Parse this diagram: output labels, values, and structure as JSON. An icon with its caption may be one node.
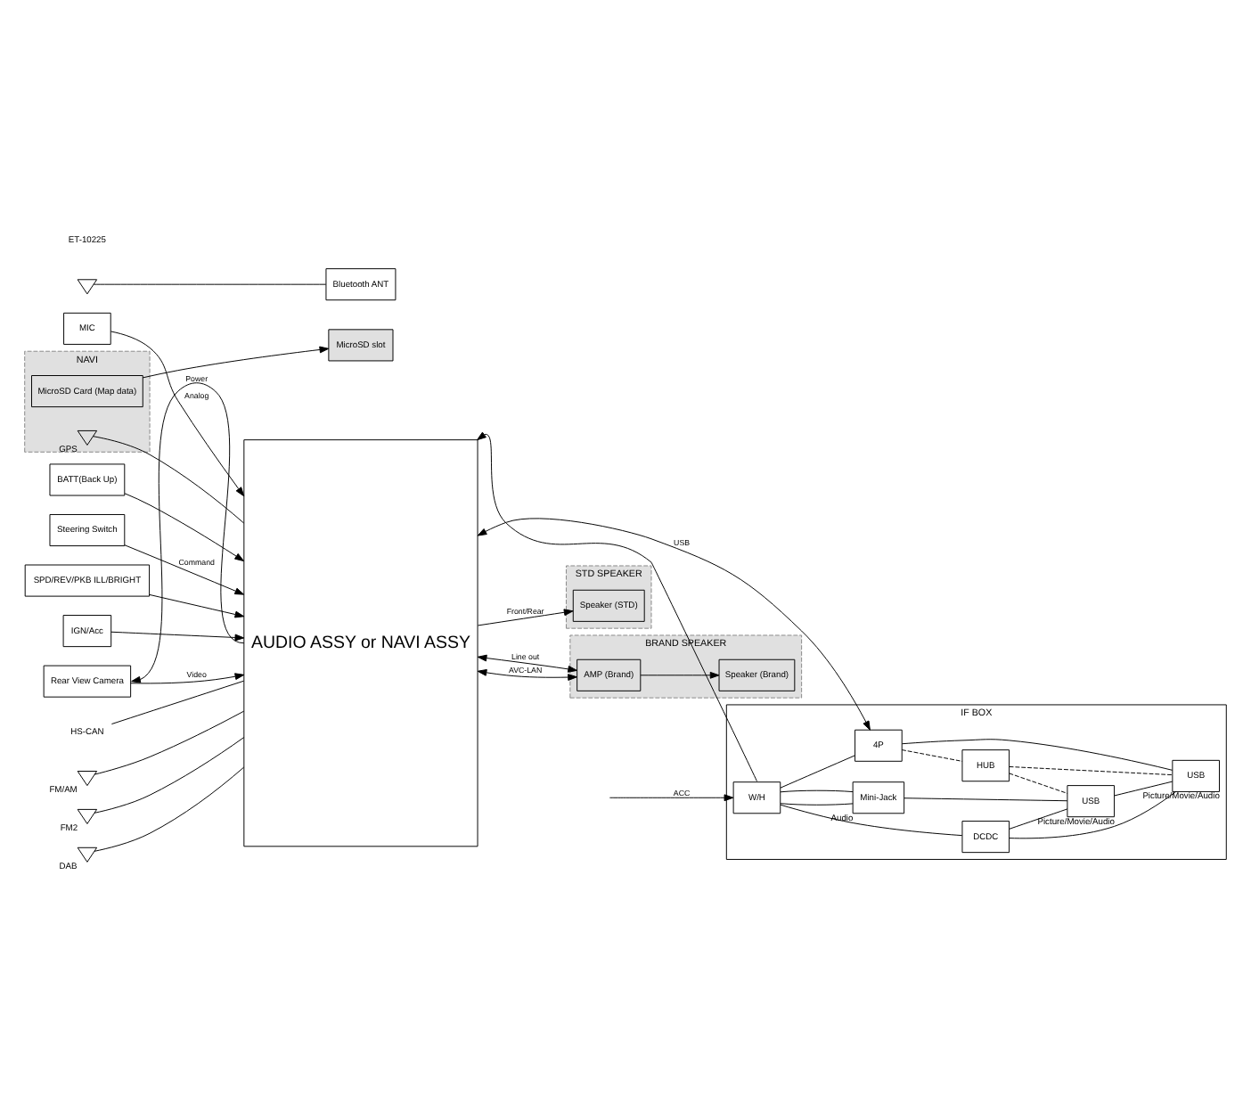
{
  "diagram": {
    "nodes": [
      {
        "text": [
          "AUDIO ASSY or NAVI ASSY"
        ]
      },
      {
        "text": [
          "Bluetooth ANT"
        ]
      },
      {
        "text": [
          "MicroSD slot"
        ]
      },
      {
        "text": [
          "NAVI"
        ]
      },
      {
        "text": [
          "GPS"
        ],
        "in": 3
      },
      {
        "text": [
          "MicroSD Card (Map data)"
        ],
        "in": 3
      },
      {
        "text": [],
        "shape": "antenna"
      },
      {
        "text": [
          "FM/AM"
        ]
      },
      {
        "text": [
          "FM2"
        ]
      },
      {
        "text": [
          "DAB"
        ]
      },
      {
        "text": [
          "MIC"
        ]
      },
      {
        "text": [
          "Steering Switch"
        ]
      },
      {
        "text": [
          "Rear View Camera"
        ]
      },
      {
        "text": [
          "BATT(Back Up)"
        ]
      },
      {
        "text": [
          "IGN/Acc"
        ]
      },
      {
        "text": [
          "SPD/REV/PKB ILL/BRIGHT"
        ]
      },
      {
        "text": [
          "HS-CAN"
        ]
      },
      {
        "text": [
          "IF BOX"
        ]
      },
      {
        "text": [
          "W/H"
        ],
        "in": 17
      },
      {
        "text": [
          "Mini-Jack"
        ],
        "in": 17,
        "beside": [
          "Audio"
        ]
      },
      {
        "text": [
          "DCDC"
        ],
        "in": 17
      },
      {
        "text": [
          "USB"
        ],
        "in": 17,
        "beside": [
          "Picture/Movie/Audio"
        ]
      },
      {
        "text": [
          "4P"
        ],
        "in": 17
      },
      {
        "text": [
          "HUB"
        ],
        "in": 17
      },
      {
        "text": [
          "USB"
        ],
        "in": 17,
        "beside": [
          "Picture/Movie/Audio"
        ]
      },
      {
        "text": [
          "BRAND SPEAKER"
        ]
      },
      {
        "text": [
          "AMP (Brand)"
        ],
        "in": 25
      },
      {
        "text": [
          "Speaker (Brand)"
        ],
        "in": 25
      },
      {
        "text": [
          "STD SPEAKER"
        ]
      },
      {
        "text": [
          "Speaker (STD)"
        ],
        "in": 28
      }
    ],
    "edges": [
      {
        "from": 6,
        "to": 1,
        "arrow": "none"
      },
      {
        "from": 7,
        "to": 0,
        "arrow": "none"
      },
      {
        "from": 8,
        "to": 0,
        "arrow": "none"
      },
      {
        "from": 9,
        "to": 0,
        "arrow": "none"
      },
      {
        "from": 4,
        "to": 0,
        "arrow": "none"
      },
      {
        "from": 5,
        "to": 2,
        "arrow": "to"
      },
      {
        "from": 10,
        "to": 0,
        "arrow": "to",
        "label": "Analog"
      },
      {
        "from": 11,
        "to": 0,
        "arrow": "to",
        "label": "Command"
      },
      {
        "from": 12,
        "to": 0,
        "arrow": "to",
        "label": "Video"
      },
      {
        "from": 0,
        "to": 12,
        "arrow": "to",
        "label": "Power"
      },
      {
        "from": 13,
        "to": 0,
        "arrow": "to"
      },
      {
        "from": 14,
        "to": 0,
        "arrow": "to"
      },
      {
        "from": 15,
        "to": 0,
        "arrow": "to"
      },
      {
        "from": 16,
        "to": 0,
        "arrow": "none"
      },
      {
        "from": 18,
        "to": 0,
        "arrow": "to"
      },
      {
        "from": null,
        "to": 18,
        "arrow": "to",
        "label": "ACC"
      },
      {
        "from": 0,
        "to": 22,
        "arrow": "both",
        "label": "USB"
      },
      {
        "from": 18,
        "to": 19,
        "arrow": "none"
      },
      {
        "from": 18,
        "to": 19,
        "arrow": "none"
      },
      {
        "from": 18,
        "to": 22,
        "arrow": "none"
      },
      {
        "from": 18,
        "to": 20,
        "arrow": "none"
      },
      {
        "from": 20,
        "to": 21,
        "arrow": "none"
      },
      {
        "from": 20,
        "to": 24,
        "arrow": "none"
      },
      {
        "from": 19,
        "to": 21,
        "arrow": "none"
      },
      {
        "from": 21,
        "to": 24,
        "arrow": "none"
      },
      {
        "from": 22,
        "to": 24,
        "arrow": "none"
      },
      {
        "from": 22,
        "to": 23,
        "arrow": "none",
        "style": "dashed"
      },
      {
        "from": 23,
        "to": 21,
        "arrow": "none",
        "style": "dashed"
      },
      {
        "from": 23,
        "to": 24,
        "arrow": "none",
        "style": "dashed"
      },
      {
        "from": 0,
        "to": 26,
        "arrow": "both",
        "label": "Line out"
      },
      {
        "from": 0,
        "to": 26,
        "arrow": "both",
        "label": "AVC-LAN"
      },
      {
        "from": 26,
        "to": 27,
        "arrow": "to"
      },
      {
        "from": 0,
        "to": 29,
        "arrow": "to",
        "label": "Front/Rear"
      }
    ],
    "labels": [
      "ET-10225"
    ]
  }
}
